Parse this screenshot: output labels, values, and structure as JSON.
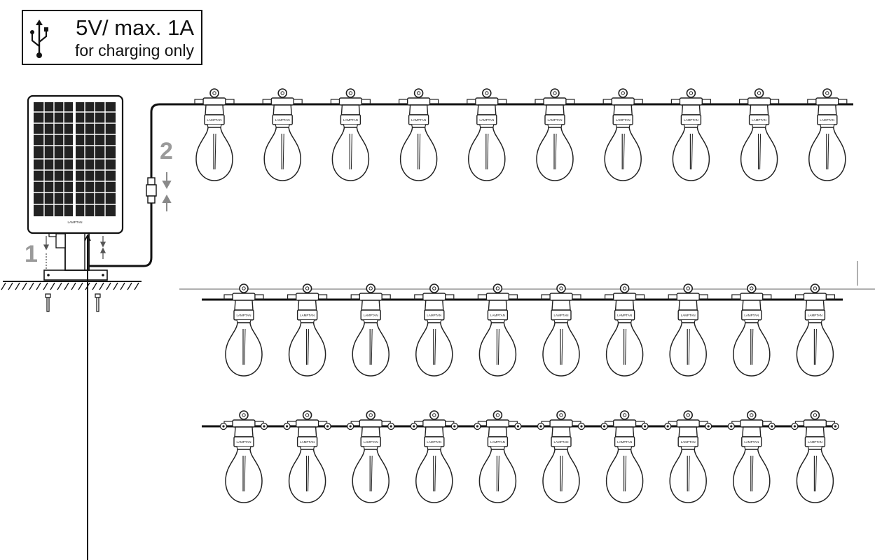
{
  "usb_label": {
    "icon": "usb-icon",
    "line1": "5V/ max. 1A",
    "line2": "for charging only"
  },
  "steps": {
    "step1": "1",
    "step2": "2"
  },
  "brand": "LAMPTAN",
  "strings": [
    {
      "name": "string-hanging-from-panel",
      "bulb_count": 10
    },
    {
      "name": "string-wall-mounted",
      "bulb_count": 10
    },
    {
      "name": "string-with-end-connectors",
      "bulb_count": 10
    }
  ],
  "colors": {
    "line": "#111111",
    "step_number": "#9a9a9a",
    "wall_line": "#b0b0b0"
  }
}
